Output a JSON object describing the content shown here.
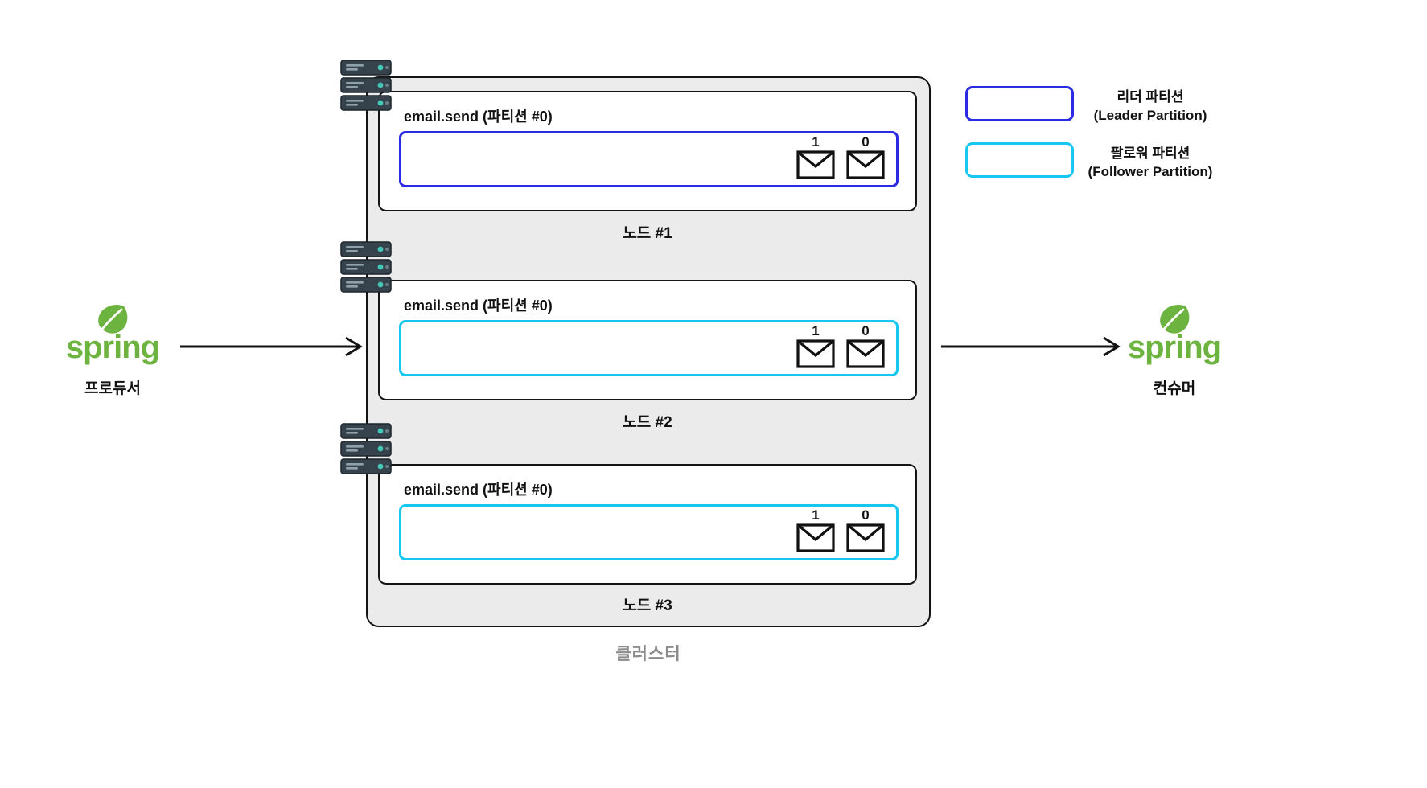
{
  "producer": {
    "brand": "spring",
    "label": "프로듀서"
  },
  "consumer": {
    "brand": "spring",
    "label": "컨슈머"
  },
  "cluster": {
    "label": "클러스터",
    "nodes": [
      {
        "name": "노드 #1",
        "topic": "email.send (파티션 #0)",
        "partition": "leader",
        "messages": [
          "1",
          "0"
        ]
      },
      {
        "name": "노드 #2",
        "topic": "email.send (파티션 #0)",
        "partition": "follower",
        "messages": [
          "1",
          "0"
        ]
      },
      {
        "name": "노드 #3",
        "topic": "email.send (파티션 #0)",
        "partition": "follower",
        "messages": [
          "1",
          "0"
        ]
      }
    ]
  },
  "legend": {
    "leader": {
      "line1": "리더 파티션",
      "line2": "(Leader Partition)"
    },
    "follower": {
      "line1": "팔로워 파티션",
      "line2": "(Follower Partition)"
    }
  },
  "colors": {
    "leader": "#2b2be6",
    "follower": "#16c7f2",
    "spring_green": "#6db33f"
  }
}
